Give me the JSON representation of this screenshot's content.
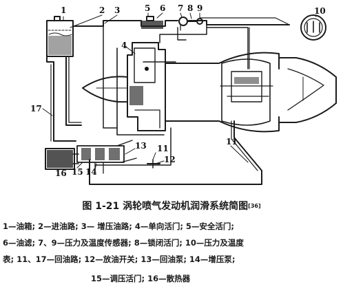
{
  "figure": {
    "callouts": [
      "1",
      "2",
      "3",
      "4",
      "5",
      "6",
      "7",
      "8",
      "9",
      "10",
      "11",
      "11",
      "12",
      "13",
      "14",
      "15",
      "16",
      "17"
    ],
    "caption_text": "图 1-21  涡轮喷气发动机润滑系统简图",
    "caption_ref": "[36]",
    "legend_lines": [
      "1—油箱; 2—进油路; 3— 增压油路; 4—单向活门;  5—安全活门;",
      "6—油滤; 7、9—压力及温度传感器; 8—锁闭活门; 10—压力及温度",
      "表; 11、17—回油路; 12—放油开关; 13—回油泵; 14—增压泵;",
      "15—调压活门; 16—散热器"
    ]
  }
}
